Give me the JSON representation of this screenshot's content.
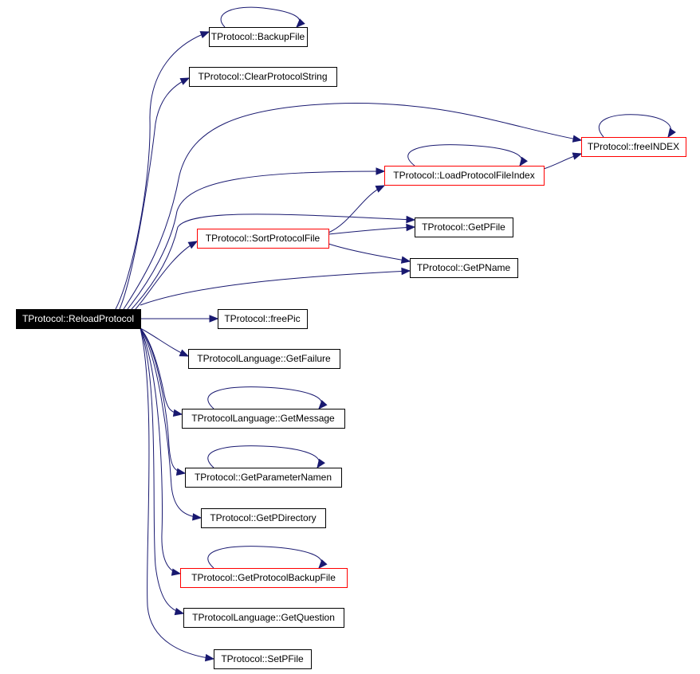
{
  "nodes": [
    {
      "id": "reload",
      "label": "TProtocol::ReloadProtocol",
      "style": "root"
    },
    {
      "id": "backup",
      "label": "TProtocol::BackupFile",
      "style": "normal"
    },
    {
      "id": "clear",
      "label": "TProtocol::ClearProtocolString",
      "style": "normal"
    },
    {
      "id": "freeindex",
      "label": "TProtocol::freeINDEX",
      "style": "truncated"
    },
    {
      "id": "loadindex",
      "label": "TProtocol::LoadProtocolFileIndex",
      "style": "truncated"
    },
    {
      "id": "getpfile",
      "label": "TProtocol::GetPFile",
      "style": "normal"
    },
    {
      "id": "sort",
      "label": "TProtocol::SortProtocolFile",
      "style": "truncated"
    },
    {
      "id": "getpname",
      "label": "TProtocol::GetPName",
      "style": "normal"
    },
    {
      "id": "freepic",
      "label": "TProtocol::freePic",
      "style": "normal"
    },
    {
      "id": "getfailure",
      "label": "TProtocolLanguage::GetFailure",
      "style": "normal"
    },
    {
      "id": "getmessage",
      "label": "TProtocolLanguage::GetMessage",
      "style": "normal"
    },
    {
      "id": "getparam",
      "label": "TProtocol::GetParameterNamen",
      "style": "normal"
    },
    {
      "id": "getpdir",
      "label": "TProtocol::GetPDirectory",
      "style": "normal"
    },
    {
      "id": "getbackup",
      "label": "TProtocol::GetProtocolBackupFile",
      "style": "truncated"
    },
    {
      "id": "getquestion",
      "label": "TProtocolLanguage::GetQuestion",
      "style": "normal"
    },
    {
      "id": "setpfile",
      "label": "TProtocol::SetPFile",
      "style": "normal"
    }
  ],
  "edges": [
    {
      "from": "reload",
      "to": "backup"
    },
    {
      "from": "reload",
      "to": "clear"
    },
    {
      "from": "reload",
      "to": "freeindex"
    },
    {
      "from": "reload",
      "to": "loadindex"
    },
    {
      "from": "reload",
      "to": "getpfile"
    },
    {
      "from": "reload",
      "to": "sort"
    },
    {
      "from": "reload",
      "to": "getpname"
    },
    {
      "from": "reload",
      "to": "freepic"
    },
    {
      "from": "reload",
      "to": "getfailure"
    },
    {
      "from": "reload",
      "to": "getmessage"
    },
    {
      "from": "reload",
      "to": "getparam"
    },
    {
      "from": "reload",
      "to": "getpdir"
    },
    {
      "from": "reload",
      "to": "getbackup"
    },
    {
      "from": "reload",
      "to": "getquestion"
    },
    {
      "from": "reload",
      "to": "setpfile"
    },
    {
      "from": "sort",
      "to": "loadindex"
    },
    {
      "from": "sort",
      "to": "getpfile"
    },
    {
      "from": "sort",
      "to": "getpname"
    },
    {
      "from": "loadindex",
      "to": "freeindex"
    },
    {
      "from": "backup",
      "to": "backup"
    },
    {
      "from": "freeindex",
      "to": "freeindex"
    },
    {
      "from": "loadindex",
      "to": "loadindex"
    },
    {
      "from": "getmessage",
      "to": "getmessage"
    },
    {
      "from": "getparam",
      "to": "getparam"
    },
    {
      "from": "getbackup",
      "to": "getbackup"
    }
  ],
  "colors": {
    "edge": "#191970",
    "root_fill": "#000000",
    "root_text": "#ffffff",
    "node_border": "#000000",
    "truncated_border": "#ff0000",
    "node_fill": "#ffffff",
    "node_text": "#000000"
  }
}
